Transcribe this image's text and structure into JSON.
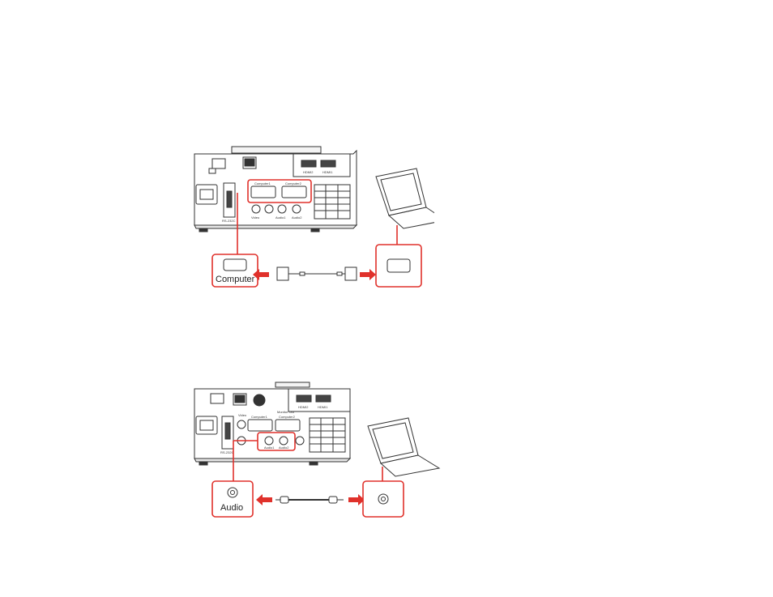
{
  "diagrams": [
    {
      "id": "computer-connection",
      "port_label": "Computer",
      "projector_port_labels": [
        "Computer1",
        "Computer2",
        "HDMI2",
        "HDMI1",
        "RS-232C",
        "Video",
        "Audio1",
        "Audio2"
      ]
    },
    {
      "id": "audio-connection",
      "port_label": "Audio",
      "projector_port_labels": [
        "HDMI2",
        "HDMI1",
        "RS-232C",
        "Video",
        "Computer1",
        "Monitor Out",
        "Computer2",
        "Audio1",
        "Audio2"
      ]
    }
  ],
  "colors": {
    "callout_red": "#e0312b",
    "line_gray": "#333333"
  },
  "icons": [
    "projector-rear-panel",
    "laptop-icon",
    "vga-port-icon",
    "vga-cable-icon",
    "audio-jack-icon",
    "audio-cable-icon",
    "arrow-left-icon",
    "arrow-right-icon"
  ]
}
